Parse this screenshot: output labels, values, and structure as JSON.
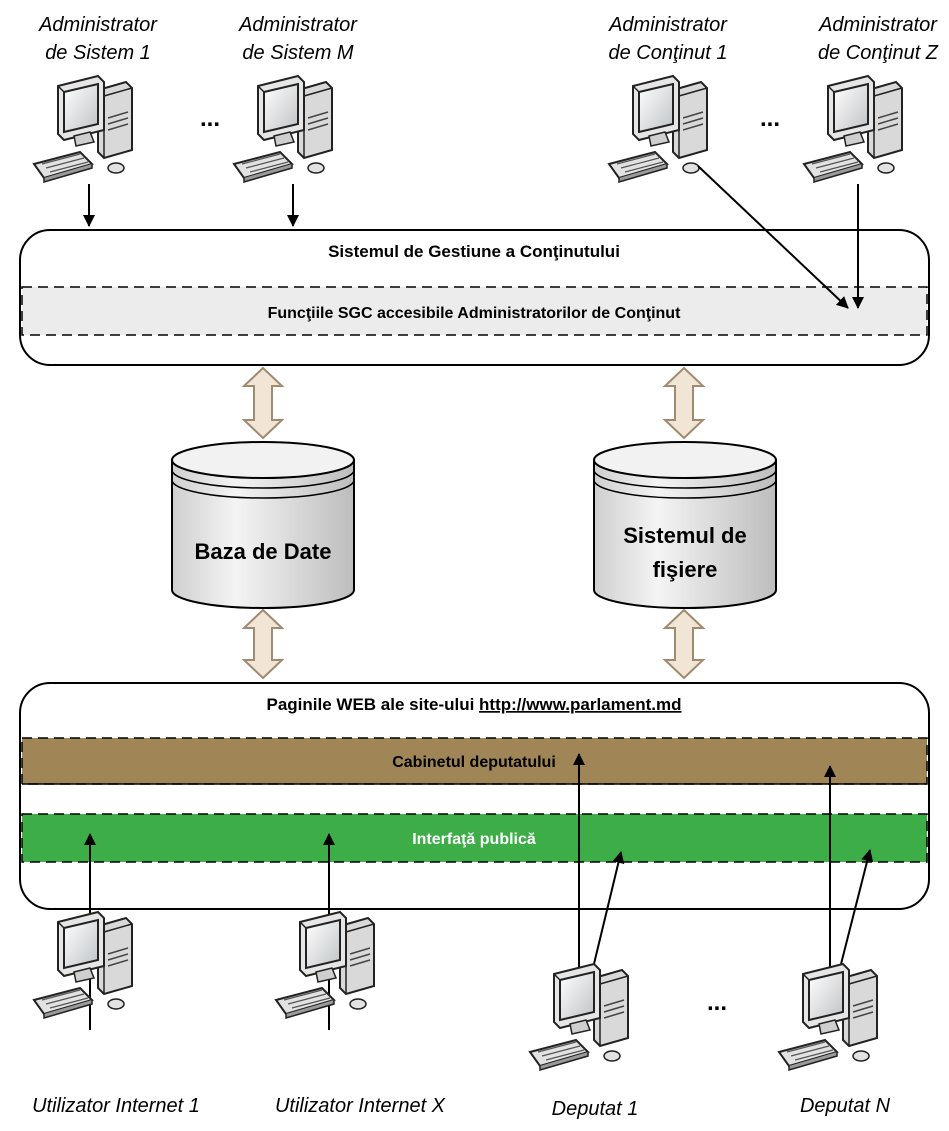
{
  "top_actors": [
    {
      "line1": "Administrator",
      "line2": "de Sistem 1"
    },
    {
      "line1": "Administrator",
      "line2": "de Sistem M"
    },
    {
      "line1": "Administrator",
      "line2": "de Conţinut 1"
    },
    {
      "line1": "Administrator",
      "line2": "de Conţinut Z"
    }
  ],
  "ellipsis": "...",
  "cms": {
    "title": "Sistemul de Gestiune a Conţinutului",
    "subpanel": "Funcţiile SGC accesibile Administratorilor de Conţinut"
  },
  "database": {
    "label": "Baza de Date"
  },
  "filesystem": {
    "line1": "Sistemul de",
    "line2": "fişiere"
  },
  "web": {
    "title_prefix": "Paginile WEB ale site-ului ",
    "title_url": "http://www.parlament.md",
    "cabinet": "Cabinetul deputatului",
    "public": "Interfaţă publică"
  },
  "bottom_actors": [
    {
      "label": "Utilizator Internet 1"
    },
    {
      "label": "Utilizator Internet X"
    },
    {
      "label": "Deputat 1"
    },
    {
      "label": "Deputat N"
    }
  ],
  "colors": {
    "cabinet_band": "#a08556",
    "public_band": "#3dae47",
    "subpanel": "#ececec",
    "double_arrow_fill": "#f1e6d6",
    "double_arrow_stroke": "#a08a70",
    "cylinder_fill": "#e8e8e8"
  }
}
